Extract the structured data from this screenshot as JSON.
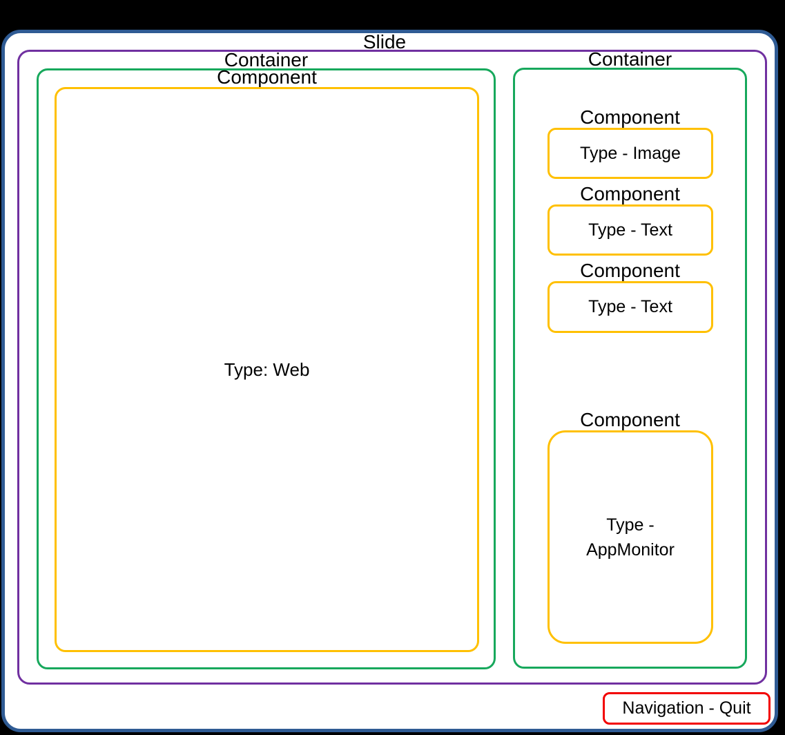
{
  "slide": {
    "label": "Slide",
    "containers": [
      {
        "label": "Container",
        "components": [
          {
            "label": "Component",
            "type": "Type: Web"
          }
        ]
      },
      {
        "label": "Container",
        "components": [
          {
            "label": "Component",
            "type": "Type - Image"
          },
          {
            "label": "Component",
            "type": "Type - Text"
          },
          {
            "label": "Component",
            "type": "Type - Text"
          },
          {
            "label": "Component",
            "type": "Type - AppMonitor"
          }
        ]
      }
    ],
    "navigation": {
      "label": "Navigation - Quit"
    }
  },
  "colors": {
    "background_outside": "#000000",
    "slide_fill": "#FFFFFF",
    "slide_border": "#2F5B94",
    "inner_frame_border": "#7030A0",
    "container_border": "#17A85C",
    "component_border": "#FFC000",
    "navigation_border": "#F20000",
    "text": "#000000"
  }
}
